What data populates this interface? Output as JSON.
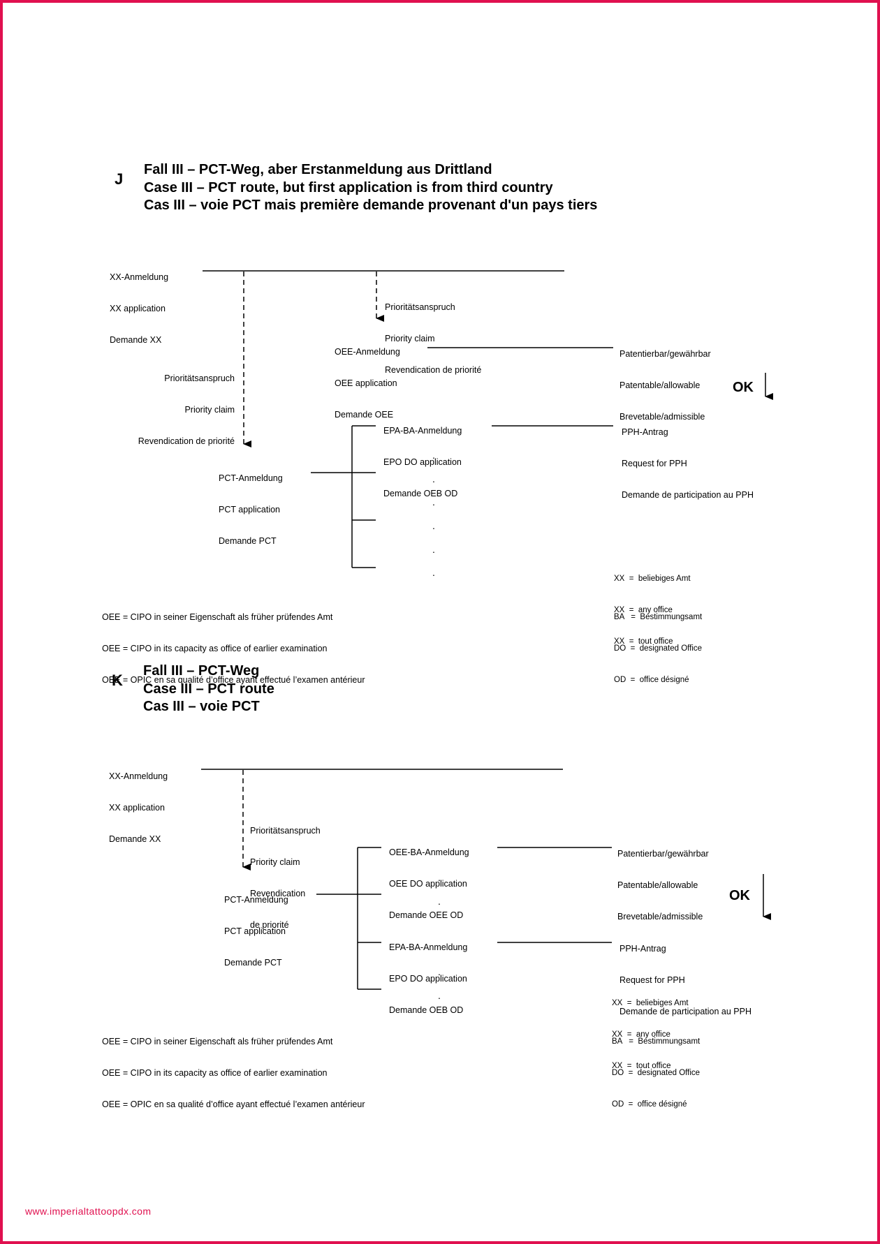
{
  "section_j": {
    "letter": "J",
    "title": [
      "Fall III – PCT-Weg, aber Erstanmeldung aus Drittland",
      "Case III – PCT route, but first application is from third country",
      "Cas III – voie PCT mais première demande provenant d'un pays tiers"
    ],
    "xx_application": [
      "XX-Anmeldung",
      "XX application",
      "Demande XX"
    ],
    "priority_claim_right": [
      "Prioritätsanspruch",
      "Priority claim",
      "Revendication de priorité"
    ],
    "priority_claim_left": [
      "Prioritätsanspruch",
      "Priority claim",
      "Revendication de priorité"
    ],
    "oee_application": [
      "OEE-Anmeldung",
      "OEE application",
      "Demande OEE"
    ],
    "patentable": [
      "Patentierbar/gewährbar",
      "Patentable/allowable",
      "Brevetable/admissible"
    ],
    "ok": "OK",
    "epo_do_application": [
      "EPA-BA-Anmeldung",
      "EPO DO application",
      "Demande OEB OD"
    ],
    "pph_request": [
      "PPH-Antrag",
      "Request for PPH",
      "Demande de participation au PPH"
    ],
    "pct_application": [
      "PCT-Anmeldung",
      "PCT application",
      "Demande PCT"
    ],
    "dots": [
      ".",
      ".",
      ".",
      ".",
      ".",
      "."
    ],
    "legend_xx": [
      "XX  =  beliebiges Amt",
      "XX  =  any office",
      "XX  =  tout office"
    ],
    "legend_oee": [
      "OEE = CIPO in seiner Eigenschaft als früher prüfendes Amt",
      "OEE = CIPO in its capacity as office of earlier examination",
      "OEE = OPIC en sa qualité d’office ayant effectué l’examen antérieur"
    ],
    "legend_do": [
      "BA   =  Bestimmungsamt",
      "DO  =  designated Office",
      "OD  =  office désigné"
    ]
  },
  "section_k": {
    "letter": "K",
    "title": [
      "Fall III – PCT-Weg",
      "Case III – PCT route",
      "Cas III – voie PCT"
    ],
    "xx_application": [
      "XX-Anmeldung",
      "XX application",
      "Demande XX"
    ],
    "priority_claim": [
      "Prioritätsanspruch",
      "Priority claim",
      "Revendication",
      "de priorité"
    ],
    "oee_do_application": [
      "OEE-BA-Anmeldung",
      "OEE DO application",
      "Demande OEE OD"
    ],
    "patentable": [
      "Patentierbar/gewährbar",
      "Patentable/allowable",
      "Brevetable/admissible"
    ],
    "pct_application": [
      "PCT-Anmeldung",
      "PCT application",
      "Demande PCT"
    ],
    "ok": "OK",
    "epo_do_application": [
      "EPA-BA-Anmeldung",
      "EPO DO application",
      "Demande OEB OD"
    ],
    "pph_request": [
      "PPH-Antrag",
      "Request for PPH",
      "Demande de participation au PPH"
    ],
    "dots": [
      ".",
      ".",
      ".",
      "."
    ],
    "legend_xx": [
      "XX  =  beliebiges Amt",
      "XX  =  any office",
      "XX  =  tout office"
    ],
    "legend_oee": [
      "OEE = CIPO in seiner Eigenschaft als früher prüfendes Amt",
      "OEE = CIPO in its capacity as office of earlier examination",
      "OEE = OPIC en sa qualité d’office ayant effectué l’examen antérieur"
    ],
    "legend_do": [
      "BA   =  Bestimmungsamt",
      "DO  =  designated Office",
      "OD  =  office désigné"
    ]
  },
  "watermark": "www.imperialtattoopdx.com",
  "colors": {
    "border": "#e0104f",
    "watermark": "#e0104f",
    "ink": "#000000"
  }
}
